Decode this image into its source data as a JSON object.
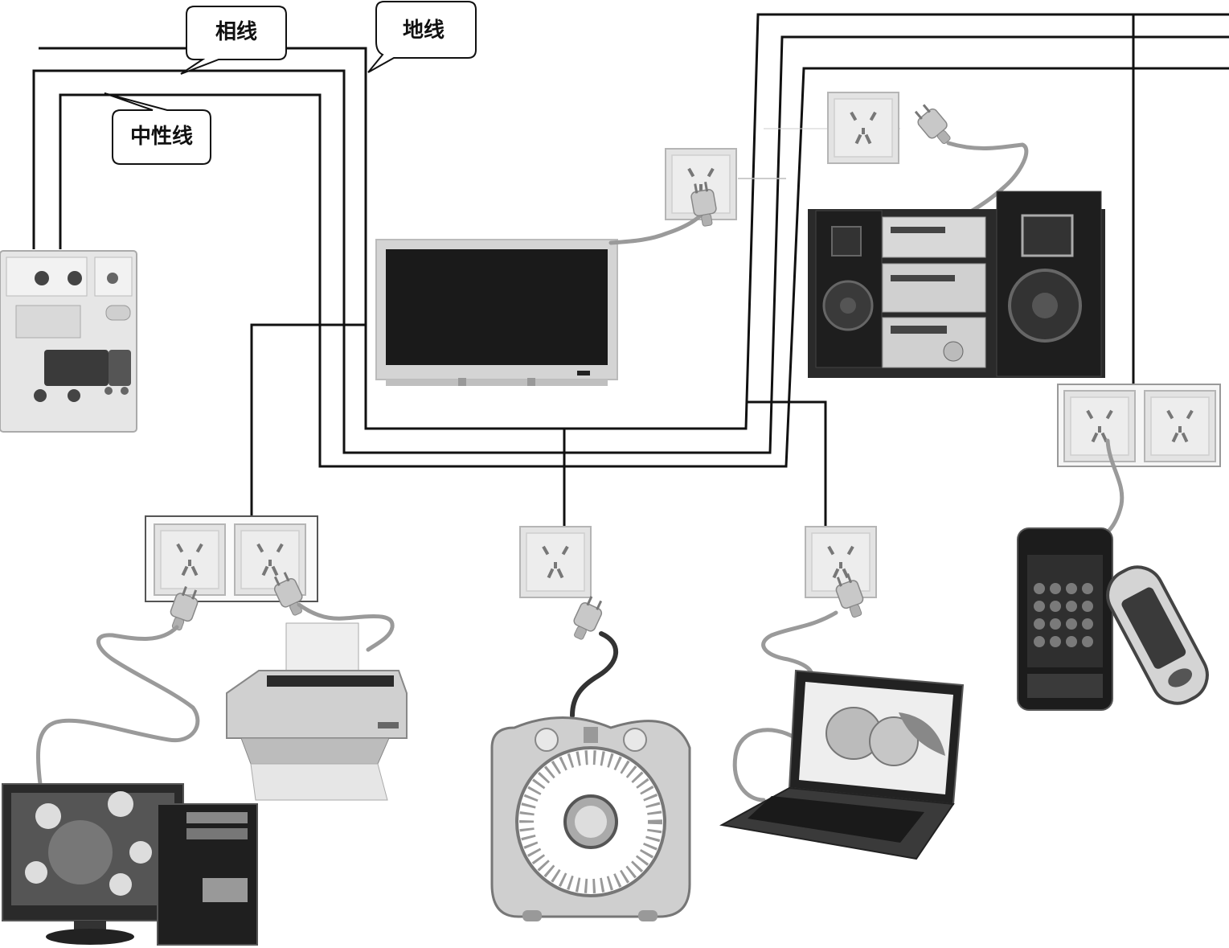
{
  "labels": {
    "phase_wire": "相线",
    "ground_wire": "地线",
    "neutral_wire": "中性线"
  },
  "colors": {
    "wire": "#111111",
    "device_gray": "#bdbdbd",
    "screen_dark": "#1a1a1a",
    "cord_gray": "#9a9a9a"
  },
  "icons": {
    "breaker": "circuit-breaker-icon",
    "socket": "wall-socket-icon",
    "plug": "plug-icon",
    "tv": "television-icon",
    "stereo": "stereo-system-icon",
    "printer": "printer-icon",
    "desktop": "desktop-computer-icon",
    "fan": "electric-fan-icon",
    "laptop": "laptop-icon",
    "phone": "mobile-phone-icon",
    "charger": "phone-charger-icon"
  }
}
